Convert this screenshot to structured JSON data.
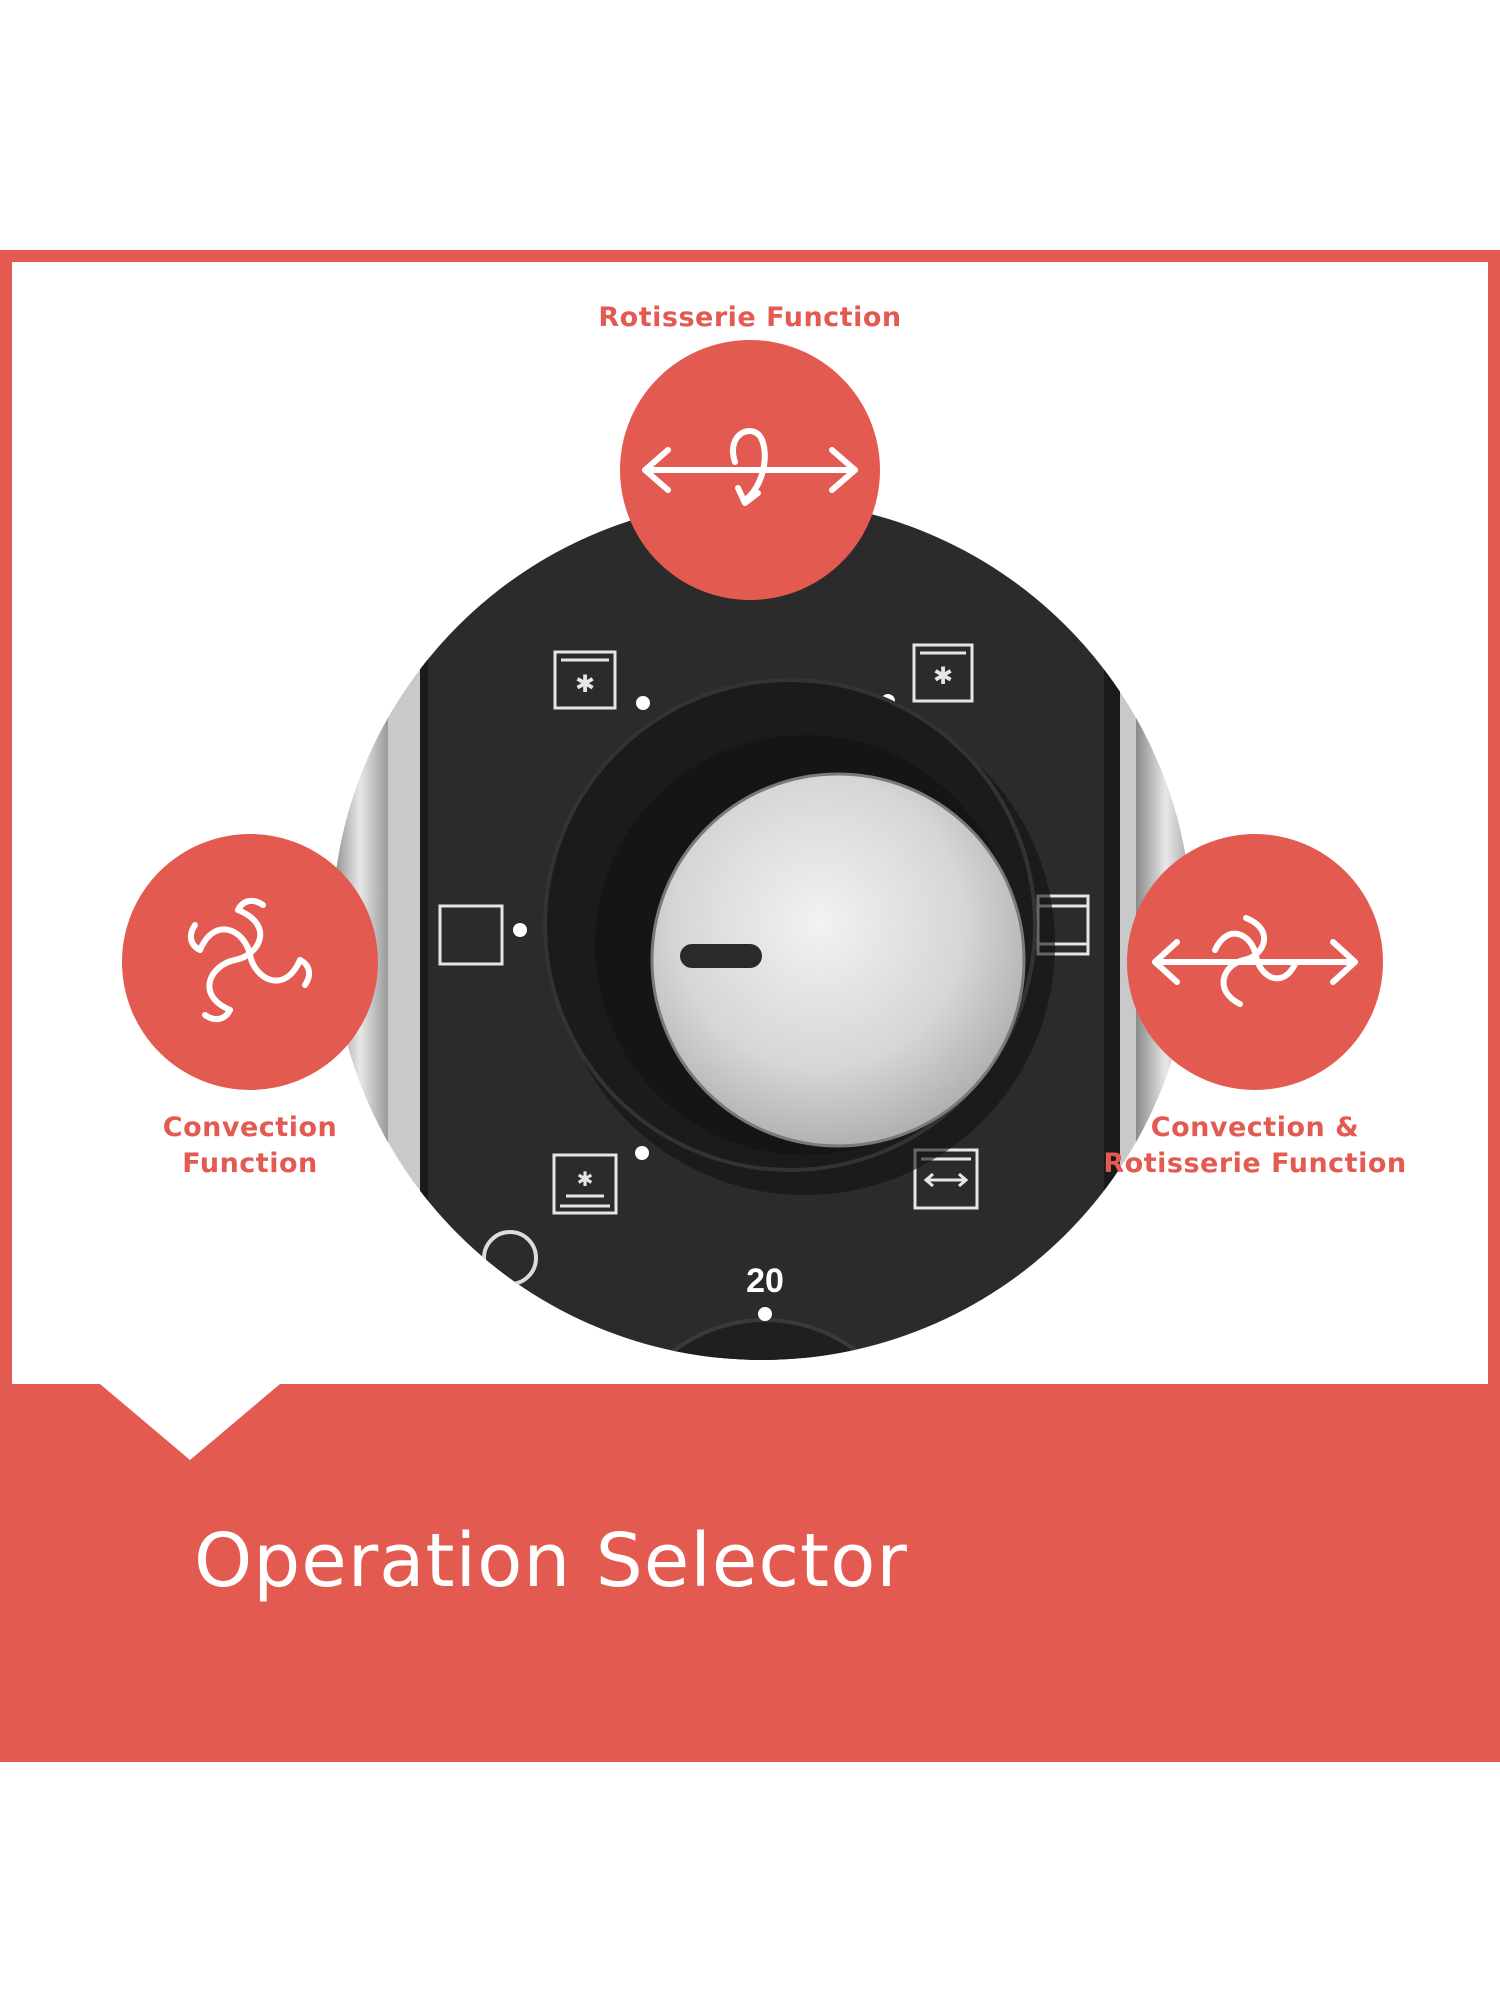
{
  "labels": {
    "rotisserie": "Rotisserie Function",
    "convection_line1": "Convection",
    "convection_line2": "Function",
    "convection_rotisserie_line1": "Convection &",
    "convection_rotisserie_line2": "Rotisserie Function"
  },
  "dial": {
    "number": "20"
  },
  "caption": "Operation Selector",
  "colors": {
    "accent": "#e35a50",
    "panel": "#2b2b2b",
    "knob_face": "#d9d9d9",
    "background": "#ffffff"
  },
  "icons": {
    "top": "rotisserie-arrows-icon",
    "left": "convection-fan-icon",
    "right": "convection-rotisserie-icon"
  }
}
